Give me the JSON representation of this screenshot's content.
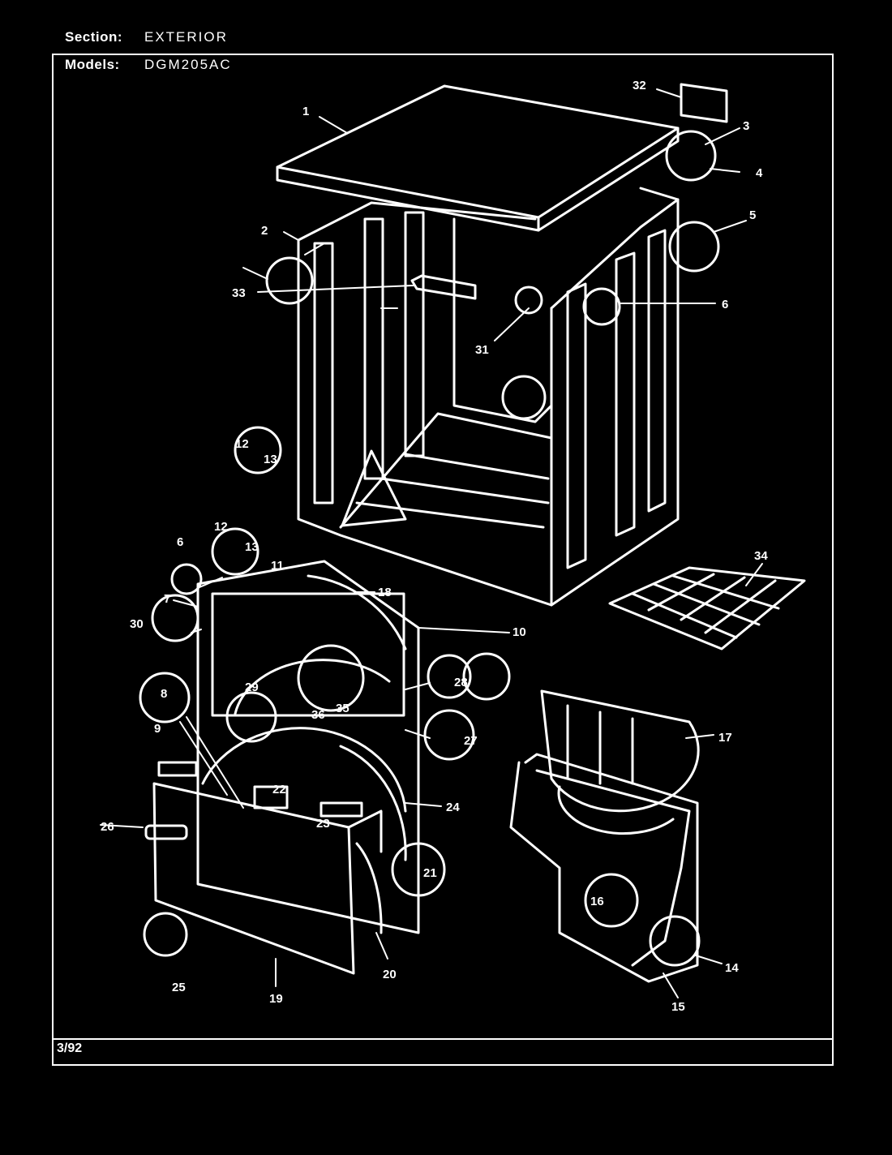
{
  "header": {
    "section_label": "Section:",
    "section_value": "EXTERIOR",
    "models_label": "Models:",
    "models_value": "DGM205AC"
  },
  "footer": {
    "date": "3/92"
  },
  "callouts": {
    "c1": "1",
    "c2": "2",
    "c3": "3",
    "c4": "4",
    "c5": "5",
    "c6": "6",
    "c6b": "6",
    "c7": "7",
    "c8": "8",
    "c9": "9",
    "c10": "10",
    "c11": "11",
    "c12": "12",
    "c12b": "12",
    "c13": "13",
    "c13b": "13",
    "c14": "14",
    "c15": "15",
    "c16": "16",
    "c17": "17",
    "c18": "18",
    "c19": "19",
    "c20": "20",
    "c21": "21",
    "c22": "22",
    "c23": "23",
    "c24": "24",
    "c25": "25",
    "c26": "26",
    "c27": "27",
    "c28": "28",
    "c29": "29",
    "c30": "30",
    "c31": "31",
    "c32": "32",
    "c33": "33",
    "c34": "34",
    "c35": "35",
    "c36": "36"
  },
  "colors": {
    "background": "#000000",
    "line": "#ffffff"
  }
}
